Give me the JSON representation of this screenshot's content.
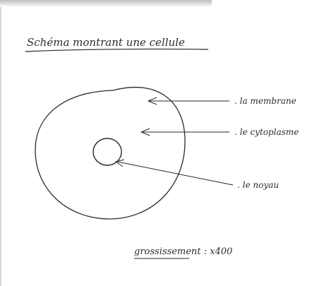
{
  "diagram": {
    "title": "Schéma montrant une cellule",
    "labels": {
      "membrane": ". la membrane",
      "cytoplasm": ". le cytoplasme",
      "nucleus": ". le noyau"
    },
    "magnification": "grossissement : x400"
  },
  "colors": {
    "ink": "#2a2a2a",
    "paper": "#ffffff"
  }
}
